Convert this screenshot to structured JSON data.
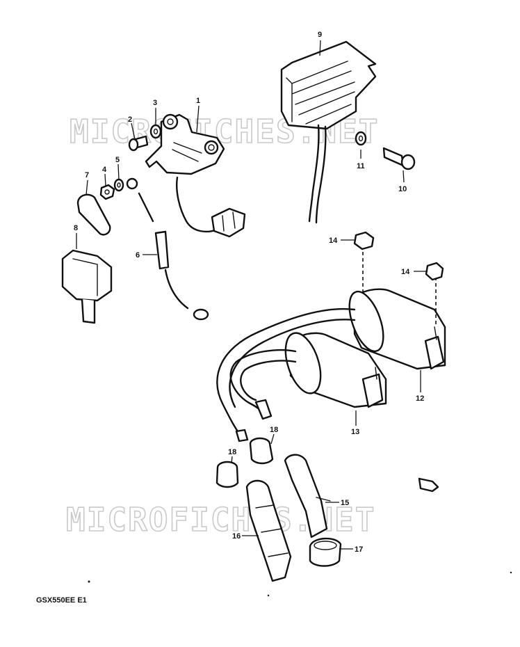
{
  "watermark": {
    "text": "MICROFICHES.NET"
  },
  "model_code": "GSX550EE E1",
  "callouts": {
    "p1": "1",
    "p2": "2",
    "p3": "3",
    "p4": "4",
    "p5": "5",
    "p6": "6",
    "p7": "7",
    "p8": "8",
    "p9": "9",
    "p10": "10",
    "p11": "11",
    "p12": "12",
    "p13": "13",
    "p14a": "14",
    "p14b": "14",
    "p15": "15",
    "p16": "16",
    "p17": "17",
    "p18a": "18",
    "p18b": "18"
  },
  "front_arrow_icon": "front-arrow-icon",
  "colors": {
    "ink": "#111111",
    "watermark": "#c9c9c9",
    "background": "#ffffff"
  }
}
